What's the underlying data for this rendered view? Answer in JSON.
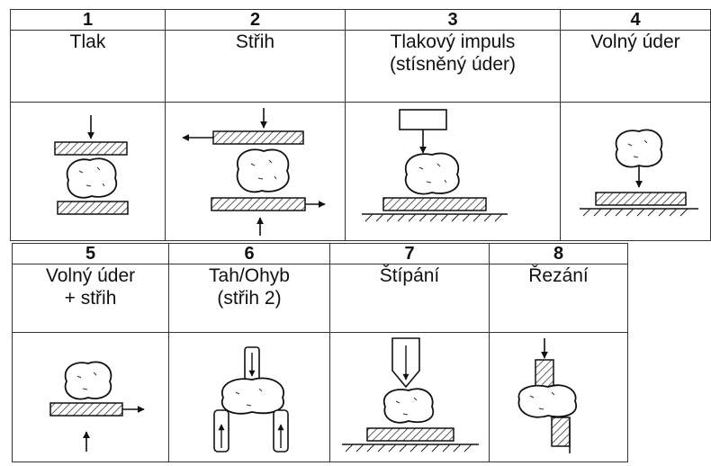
{
  "cells": [
    {
      "number": "1",
      "label_lines": [
        "Tlak"
      ],
      "figure_icon": "compression-icon"
    },
    {
      "number": "2",
      "label_lines": [
        "Střih"
      ],
      "figure_icon": "shear-icon"
    },
    {
      "number": "3",
      "label_lines": [
        "Tlakový impuls",
        "(stísněný úder)"
      ],
      "figure_icon": "pressure-impulse-icon"
    },
    {
      "number": "4",
      "label_lines": [
        "Volný úder"
      ],
      "figure_icon": "free-impact-icon"
    },
    {
      "number": "5",
      "label_lines": [
        "Volný úder",
        "+ střih"
      ],
      "figure_icon": "free-impact-shear-icon"
    },
    {
      "number": "6",
      "label_lines": [
        "Tah/Ohyb",
        "(střih 2)"
      ],
      "figure_icon": "tension-bending-icon"
    },
    {
      "number": "7",
      "label_lines": [
        "Štípání"
      ],
      "figure_icon": "splitting-icon"
    },
    {
      "number": "8",
      "label_lines": [
        "Řezání"
      ],
      "figure_icon": "cutting-icon"
    }
  ]
}
